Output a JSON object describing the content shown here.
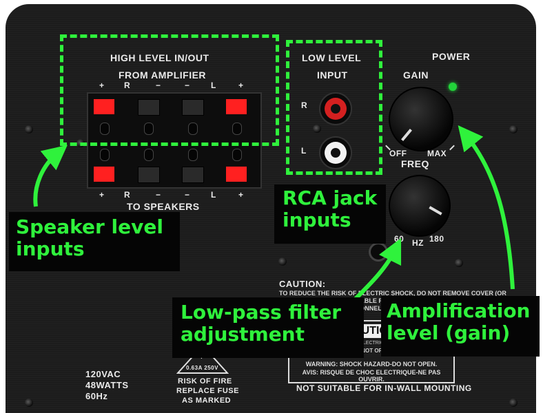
{
  "panel": {
    "high_level_title_1": "HIGH LEVEL IN/OUT",
    "high_level_title_2": "FROM AMPLIFIER",
    "plus": "+",
    "r": "R",
    "minus": "−",
    "l": "L",
    "to_speakers": "TO SPEAKERS",
    "low_level_1": "LOW LEVEL",
    "low_level_2": "INPUT",
    "rca_r": "R",
    "rca_l": "L",
    "power": "POWER",
    "gain": "GAIN",
    "off": "OFF",
    "max": "MAX",
    "freq": "FREQ",
    "hz60": "60",
    "hz": "HZ",
    "hz180": "180",
    "caution_title": "CAUTION:",
    "caution_text": "TO REDUCE THE RISK OF ELECTRIC SHOCK, DO NOT REMOVE COVER (OR BACK). NO USER-SERVICEABLE PARTS INSIDE. REFER SERVICING TO QUALIFIED SERVICE PERSONNEL.",
    "caution_box": "CAUTION",
    "risk_of_electric": "RISK OF ELECTRIC SHOCK",
    "do_not_open": "DO NOT OPEN",
    "warning_1": "WARNING: SHOCK HAZARD-DO NOT OPEN.",
    "warning_2": "AVIS: RISQUE DE CHOC ELECTRIQUE-NE PAS OUVRIR.",
    "not_suitable": "NOT SUITABLE FOR IN-WALL MOUNTING",
    "volt": "120VAC",
    "watts": "48WATTS",
    "freqhz": "60Hz",
    "fuse_rating": "0.63A 250V",
    "fuse_t": "T",
    "risk_fire": "RISK OF FIRE",
    "replace_fuse": "REPLACE FUSE",
    "as_marked": "AS MARKED"
  },
  "callouts": {
    "speaker_level_1": "Speaker level",
    "speaker_level_2": "inputs",
    "rca_1": "RCA jack",
    "rca_2": "inputs",
    "lowpass_1": "Low-pass filter",
    "lowpass_2": "adjustment",
    "amp_1": "Amplification",
    "amp_2": "level (gain)"
  },
  "colors": {
    "annotation": "#2ff23c",
    "panel": "#1c1c1c",
    "terminal_red": "#ff2020",
    "rca_red": "#d42020",
    "rca_white": "#f2f2f2",
    "power_led": "#22d43a"
  }
}
